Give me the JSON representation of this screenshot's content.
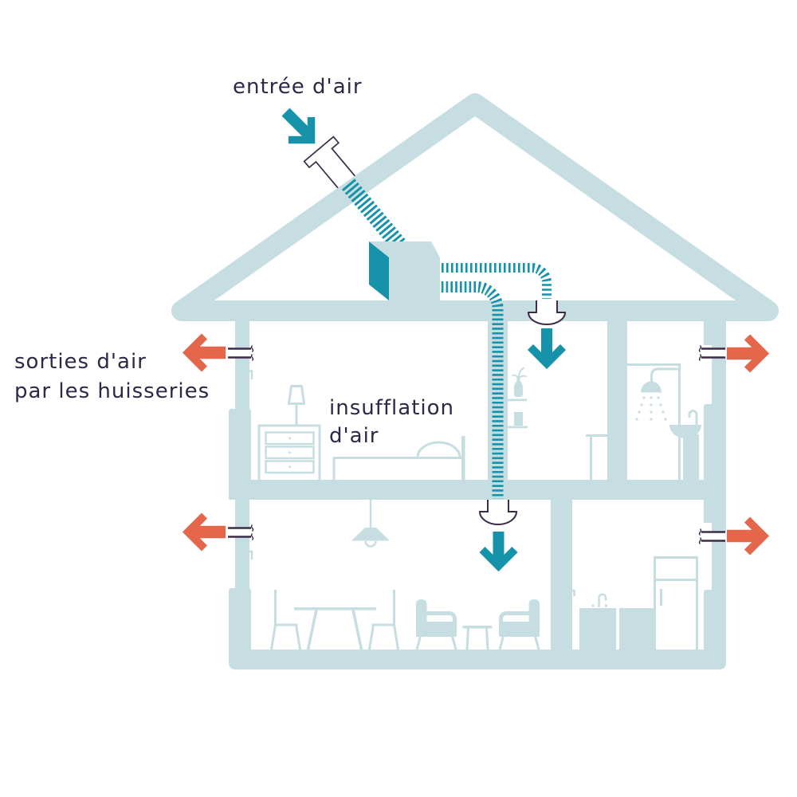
{
  "labels": {
    "air_inlet": "entrée d'air",
    "air_outlets": {
      "line1": "sorties d'air",
      "line2": "par les huisseries"
    },
    "air_supply": {
      "line1": "insufflation",
      "line2": "d'air"
    }
  },
  "colors": {
    "structure": "#c6dee1",
    "supply_air": "#1692aa",
    "exhaust_air": "#e4674b",
    "text": "#2c2848",
    "outline": "#3c2c48"
  },
  "flows": [
    {
      "kind": "air-inlet",
      "icon": "air-inlet-arrow-icon",
      "color_key": "supply_air",
      "direction": "down-right",
      "count": 1
    },
    {
      "kind": "air-supply",
      "icon": "air-supply-arrow-icon",
      "color_key": "supply_air",
      "direction": "down",
      "count": 2
    },
    {
      "kind": "air-exhaust",
      "icon": "air-exhaust-arrow-icon",
      "color_key": "exhaust_air",
      "direction": "outward",
      "count": 4
    }
  ],
  "icons": {
    "attic": [
      "roof-air-intake-icon",
      "vmi-unit-icon",
      "intake-duct",
      "supply-duct"
    ],
    "first_floor": [
      "table-lamp-icon",
      "dresser-icon",
      "bed-icon",
      "plant-icon",
      "picture-frame-icon",
      "side-table-icon",
      "shower-icon",
      "sink-icon",
      "ceiling-diffuser-icon",
      "window-vent-icon"
    ],
    "ground_floor": [
      "pendant-lamp-icon",
      "dining-chair-icon",
      "dining-table-icon",
      "armchair-icon",
      "coffee-table-icon",
      "kitchen-cabinet-icon",
      "kitchen-faucet-icon",
      "fridge-icon",
      "ceiling-diffuser-icon",
      "window-vent-icon"
    ]
  }
}
